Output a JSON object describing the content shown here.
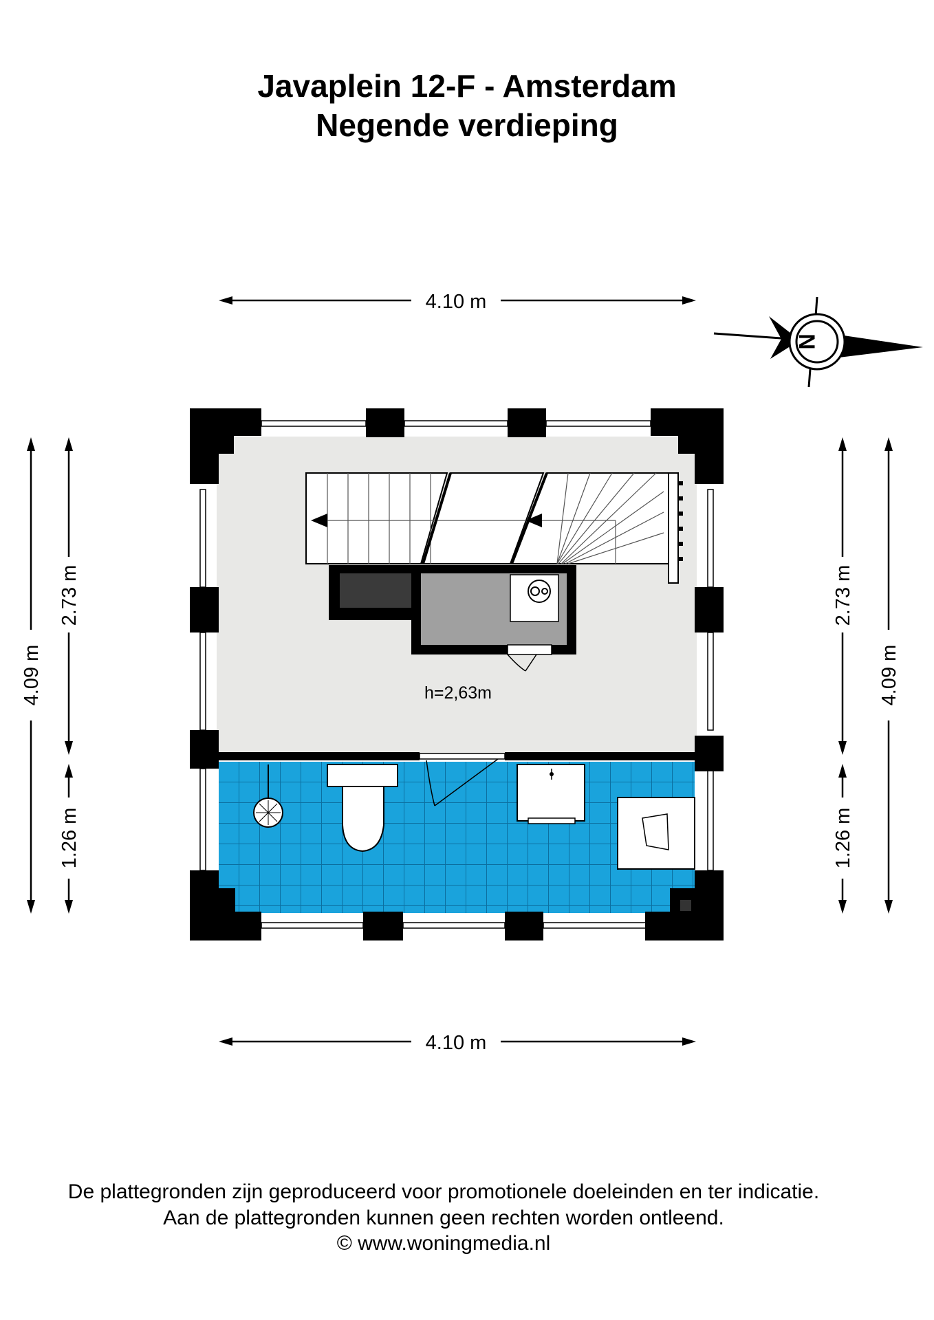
{
  "header": {
    "address": "Javaplein 12-F - Amsterdam",
    "floor": "Negende  verdieping"
  },
  "dimensions": {
    "width_top": "4.10 m",
    "width_bottom": "4.10 m",
    "depth_total_left": "4.09 m",
    "depth_total_right": "4.09 m",
    "depth_upper_left": "2.73 m",
    "depth_upper_right": "2.73 m",
    "depth_lower_left": "1.26 m",
    "depth_lower_right": "1.26 m"
  },
  "rooms": {
    "ceiling_height": "h=2,63m"
  },
  "compass": {
    "letter": "N",
    "icon": "north-arrow-icon"
  },
  "colors": {
    "bathroom_tile": "#1aa3dc",
    "floor": "#e8e8e6",
    "wall": "#000000",
    "closet": "#a0a0a0",
    "dark_closet": "#3a3a3a"
  },
  "footer": {
    "line1": "De plattegronden zijn geproduceerd voor promotionele doeleinden en ter indicatie.",
    "line2": "Aan de plattegronden kunnen geen rechten worden ontleend.",
    "line3": "© www.woningmedia.nl"
  }
}
